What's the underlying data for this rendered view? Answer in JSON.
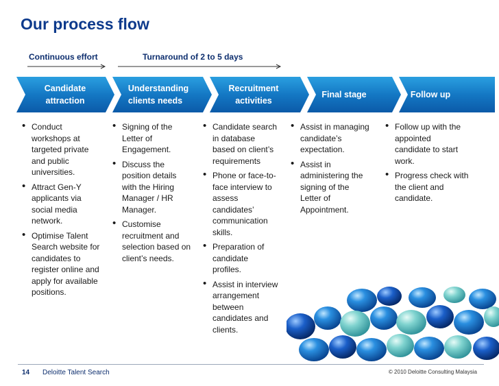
{
  "title": "Our process flow",
  "timeline": {
    "continuous_label": "Continuous effort",
    "turnaround_label": "Turnaround of 2 to 5 days"
  },
  "steps": [
    {
      "label": "Candidate\nattraction"
    },
    {
      "label": "Understanding\nclients needs"
    },
    {
      "label": "Recruitment\nactivities"
    },
    {
      "label": "Final stage"
    },
    {
      "label": "Follow up"
    }
  ],
  "columns": [
    {
      "bullets": [
        "Conduct\nworkshops at\ntargeted private\nand public\nuniversities.",
        "Attract Gen-Y\napplicants via\nsocial media\nnetwork.",
        "Optimise Talent\nSearch website for\ncandidates to\nregister online and\napply for available\npositions."
      ]
    },
    {
      "bullets": [
        "Signing of the\nLetter of\nEngagement.",
        "Discuss the\nposition details\nwith the Hiring\nManager / HR\nManager.",
        "Customise\nrecruitment  and\nselection based on\nclient’s needs."
      ]
    },
    {
      "bullets": [
        "Candidate search\nin database\nbased on client’s\nrequirements",
        "Phone or face-to-\nface interview to\nassess\ncandidates’\ncommunication\nskills.",
        "Preparation of\ncandidate\nprofiles.",
        "Assist in interview\narrangement\nbetween\ncandidates and\nclients."
      ]
    },
    {
      "bullets": [
        "Assist in managing\ncandidate’s\nexpectation.",
        "Assist in\nadministering the\nsigning  of the\nLetter of\nAppointment."
      ]
    },
    {
      "bullets": [
        "Follow up with the\nappointed\ncandidate to start\nwork.",
        "Progress check with\nthe client and\ncandidate."
      ]
    }
  ],
  "footer": {
    "page_number": "14",
    "title": "Deloitte Talent Search",
    "copyright": "© 2010 Deloitte Consulting Malaysia"
  },
  "colors": {
    "title": "#0d3a8c",
    "chevron_dark": "#0a4f8f",
    "chevron_light": "#2fa8e6"
  }
}
